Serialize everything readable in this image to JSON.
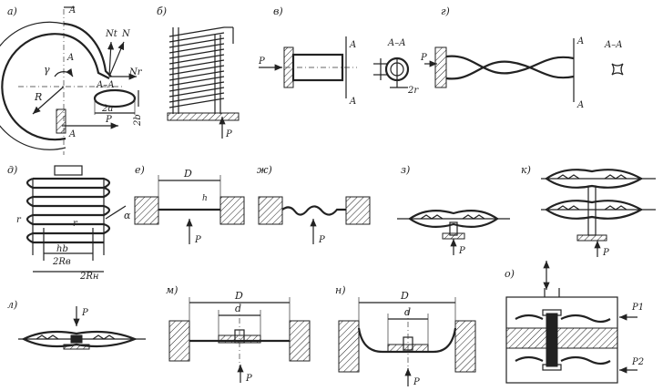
{
  "labels": {
    "a": "а)",
    "b": "б)",
    "v": "в)",
    "g": "г)",
    "d": "д)",
    "e": "е)",
    "zh": "ж)",
    "z": "з)",
    "k": "к)",
    "l": "л)",
    "m": "м)",
    "n": "н)",
    "o": "о)"
  },
  "symbols": {
    "A": "A",
    "AA": "A–A",
    "P": "P",
    "N": "N",
    "Nt": "Nt",
    "Nr": "Nr",
    "R": "R",
    "gamma": "γ",
    "two_a": "2a",
    "two_b": "2b",
    "two_r": "2r",
    "D": "D",
    "d": "d",
    "h": "h",
    "r": "r",
    "alpha": "α",
    "hb": "hb",
    "two_Rb": "2Rв",
    "two_Rn": "2Rн",
    "P1": "P1",
    "P2": "P2"
  }
}
